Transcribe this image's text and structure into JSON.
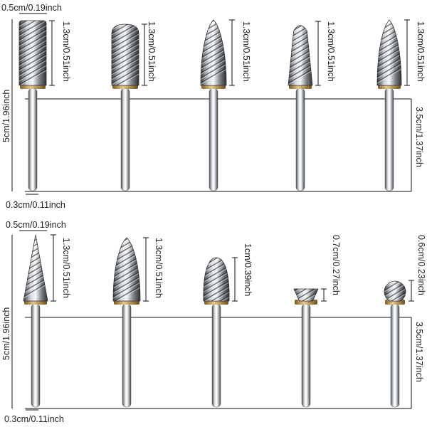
{
  "top_row": {
    "head_width_label": "0.5cm/0.19inch",
    "total_length_label": "5cm/1.96inch",
    "shank_diameter_label": "0.3cm/0.11inch",
    "shank_length_label": "3.5cm/1.37inch",
    "head_lengths": [
      "1.3cm/0.51inch",
      "1.3cm/0.51inch",
      "1.3cm/0.51inch",
      "1.3cm/0.51inch",
      "1.3cm/0.51inch"
    ]
  },
  "bottom_row": {
    "head_width_label": "0.5cm/0.19inch",
    "total_length_label": "5cm/1.96inch",
    "shank_diameter_label": "0.3cm/0.11inch",
    "shank_length_label": "3.5cm/1.37inch",
    "head_lengths": [
      "1.3cm/0.51inch",
      "1.3cm/0.51inch",
      "1cm/0.39inch",
      "0.7cm/0.27inch",
      "0.6cm/0.23inch"
    ]
  },
  "colors": {
    "line": "#111111",
    "steel_dark": "#5a5e63",
    "steel_light": "#e9ecef",
    "brass": "#c9a45a"
  },
  "bit_shapes": {
    "top": [
      "cylinder-flat",
      "cylinder-rounded",
      "flame",
      "tree-pointed",
      "flame"
    ],
    "bottom": [
      "cone",
      "flame",
      "oval",
      "inverted-cone",
      "ball"
    ]
  }
}
